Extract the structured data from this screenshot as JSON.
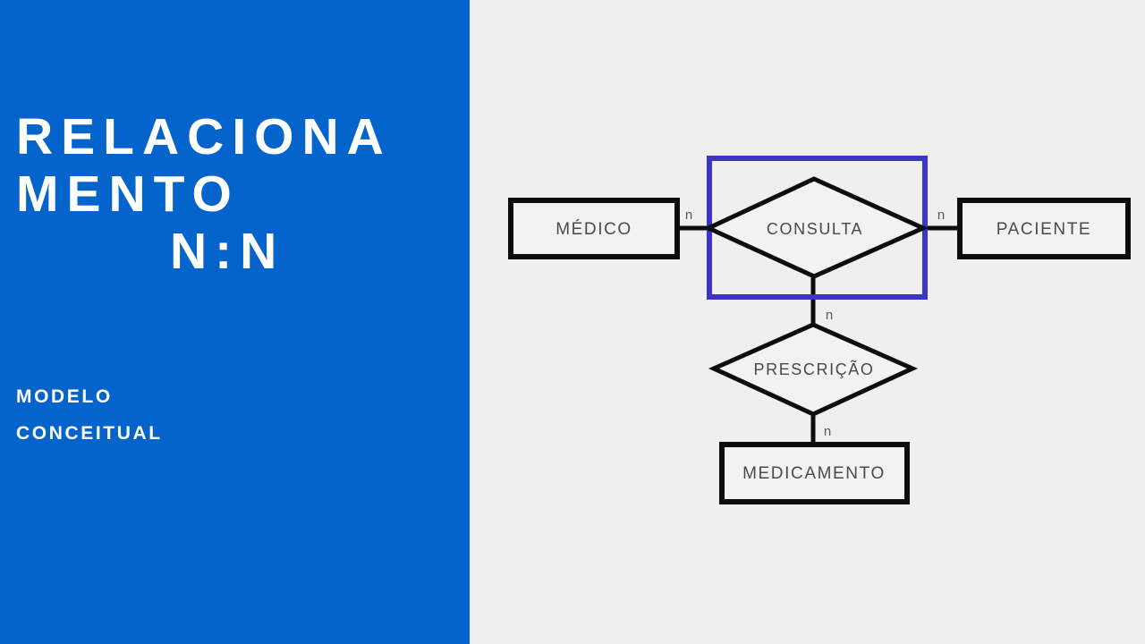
{
  "slide": {
    "background_color": "#efefef",
    "panel_color": "#0464cc",
    "title_lines": {
      "line1": "RELACIONA",
      "line2": "MENTO",
      "line3": "N:N"
    },
    "subtitle_lines": {
      "line1": "MODELO",
      "line2": "CONCEITUAL"
    }
  },
  "diagram": {
    "type": "entity-relationship",
    "selection_box": {
      "color": "#3b34c4",
      "targets": "CONSULTA"
    },
    "entities": [
      {
        "id": "medico",
        "label": "MÉDICO"
      },
      {
        "id": "paciente",
        "label": "PACIENTE"
      },
      {
        "id": "medicamento",
        "label": "MEDICAMENTO"
      }
    ],
    "relationships": [
      {
        "id": "consulta",
        "label": "CONSULTA"
      },
      {
        "id": "prescricao",
        "label": "PRESCRIÇÃO"
      }
    ],
    "cardinalities": {
      "medico_consulta": "n",
      "consulta_paciente": "n",
      "consulta_prescricao": "n",
      "prescricao_medicamento": "n"
    }
  }
}
